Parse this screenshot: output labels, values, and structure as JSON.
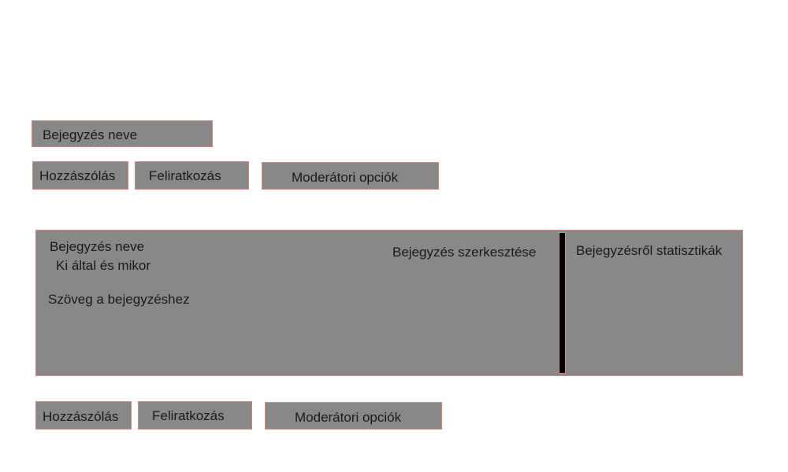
{
  "header": {
    "post_title": "Bejegyzés neve"
  },
  "toolbar_top": {
    "comment_label": "Hozzászólás",
    "subscribe_label": "Feliratkozás",
    "moderator_label": "Moderátori opciók"
  },
  "post": {
    "title": "Bejegyzés neve",
    "author_and_time": "Ki által és mikor",
    "body": "Szöveg a bejegyzéshez",
    "edit_label": "Bejegyzés szerkesztése",
    "stats_label": "Bejegyzésről statisztikák"
  },
  "toolbar_bottom": {
    "comment_label": "Hozzászólás",
    "subscribe_label": "Feliratkozás",
    "moderator_label": "Moderátori opciók"
  },
  "colors": {
    "box_fill": "#888888",
    "box_border": "#d08a8a",
    "divider": "#000000",
    "text": "#1a1a1a"
  }
}
